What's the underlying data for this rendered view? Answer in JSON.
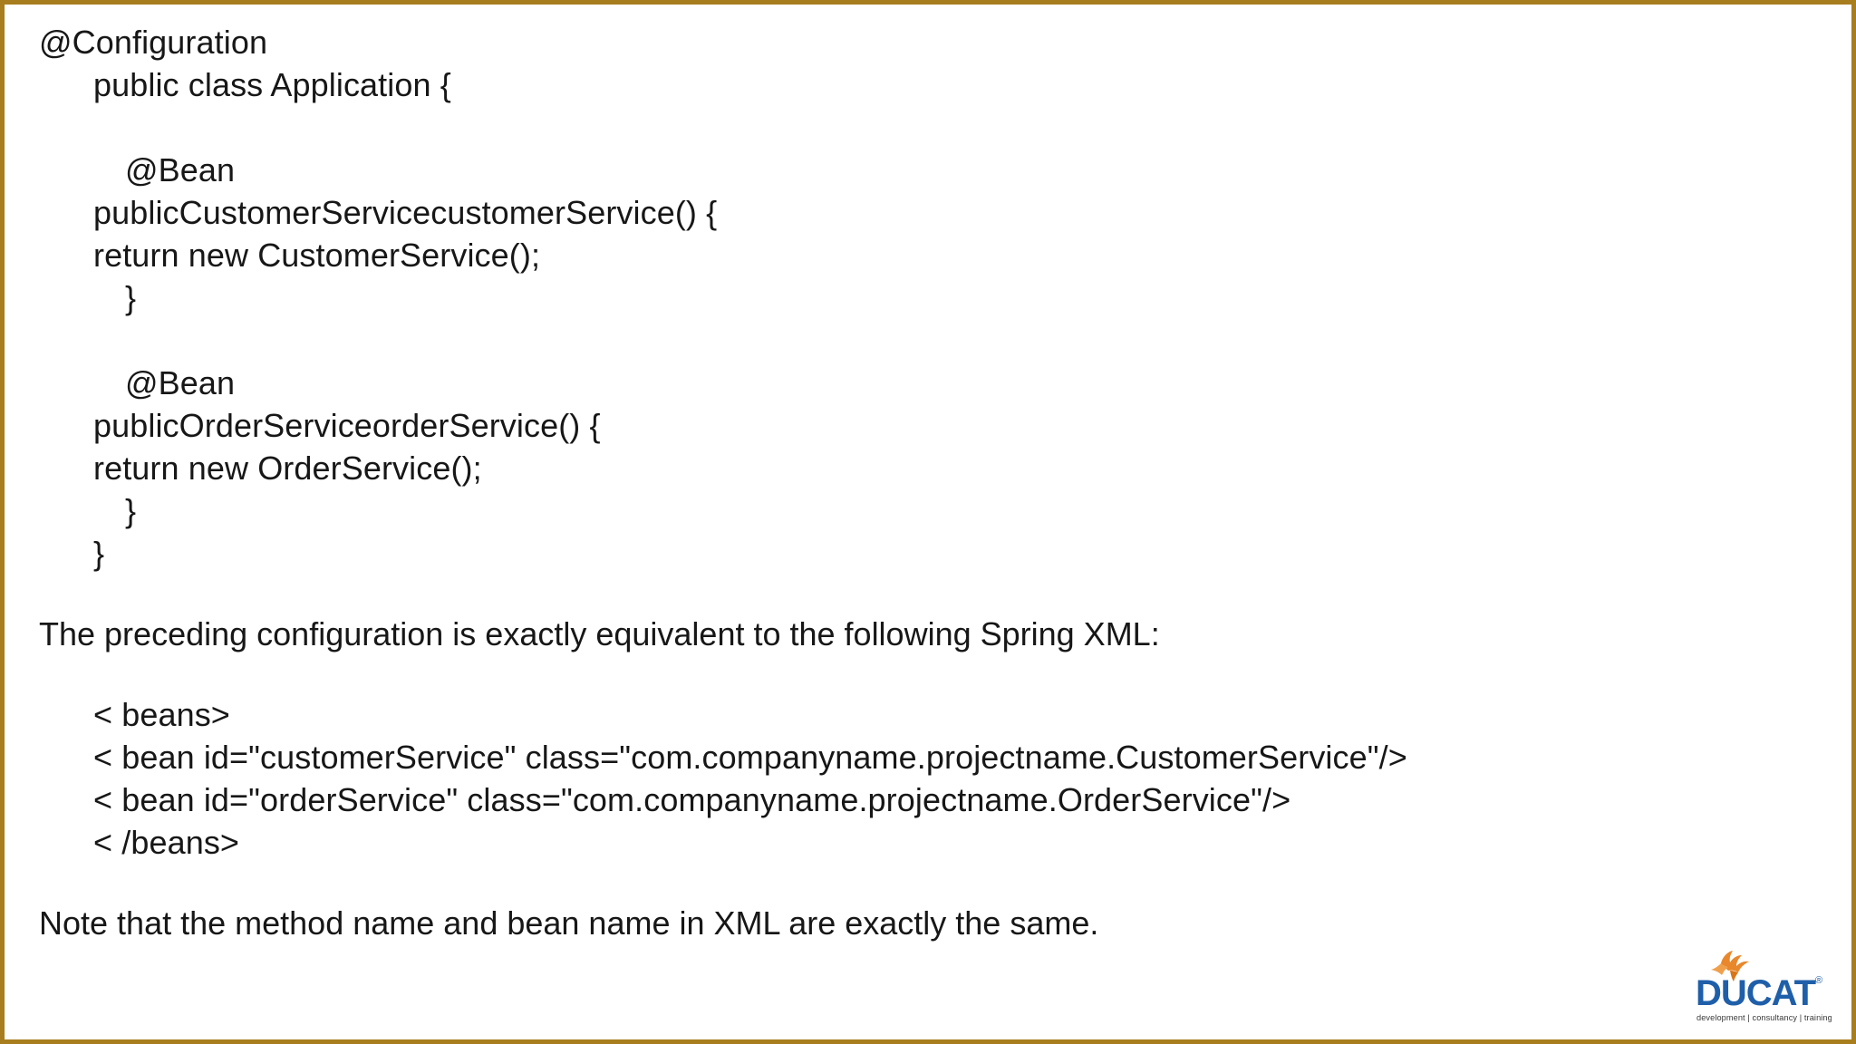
{
  "slide": {
    "border_color": "#A87D1D",
    "background": "#ffffff",
    "text_color": "#171717"
  },
  "code_block": {
    "lines": [
      {
        "id": "l1",
        "text": "@Configuration",
        "indent": 0
      },
      {
        "id": "l2",
        "text": "public class Application {",
        "indent": 1
      },
      {
        "id": "l3",
        "text": "",
        "indent": 0
      },
      {
        "id": "l4",
        "text": "@Bean",
        "indent": 3
      },
      {
        "id": "l5",
        "text": "publicCustomerServicecustomerService() {",
        "indent": 2
      },
      {
        "id": "l6",
        "text": "return new CustomerService();",
        "indent": 2
      },
      {
        "id": "l7",
        "text": "}",
        "indent": 3
      },
      {
        "id": "l8",
        "text": "",
        "indent": 0
      },
      {
        "id": "l9",
        "text": "@Bean",
        "indent": 3
      },
      {
        "id": "l10",
        "text": "publicOrderServiceorderService() {",
        "indent": 2
      },
      {
        "id": "l11",
        "text": "return new OrderService();",
        "indent": 2
      },
      {
        "id": "l12",
        "text": "}",
        "indent": 3
      },
      {
        "id": "l13",
        "text": "}",
        "indent": 2
      }
    ]
  },
  "paragraph_1": {
    "text": "The preceding configuration is exactly equivalent to the following Spring XML:"
  },
  "xml_block": {
    "lines": [
      {
        "id": "x1",
        "text": "< beans>"
      },
      {
        "id": "x2",
        "text": "< bean id=\"customerService\" class=\"com.companyname.projectname.CustomerService\"/>"
      },
      {
        "id": "x3",
        "text": "< bean id=\"orderService\" class=\"com.companyname.projectname.OrderService\"/>"
      },
      {
        "id": "x4",
        "text": "< /beans>"
      }
    ]
  },
  "paragraph_2": {
    "text": "Note that the method name and bean name in XML are exactly the same."
  },
  "logo": {
    "wordmark": "DUCAT",
    "tagline": "development | consultancy | training",
    "registered_mark": "®",
    "wordmark_color": "#1F5FA9",
    "bird_color": "#E8872B",
    "tagline_color": "#3A3A3A"
  }
}
